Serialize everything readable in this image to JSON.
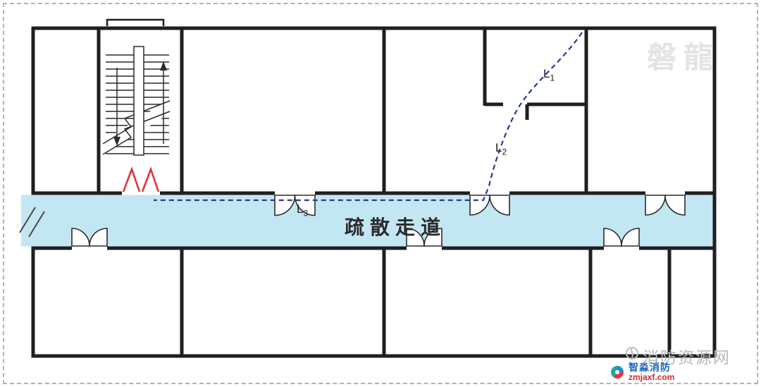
{
  "corridor": {
    "label": "疏散走道"
  },
  "labels": {
    "l1": {
      "base": "L",
      "sub": "1"
    },
    "l2": {
      "base": "L",
      "sub": "2"
    },
    "l3": {
      "base": "L",
      "sub": "3"
    }
  },
  "watermarks": {
    "top_brand": "磐龍",
    "site_name": "消防资源网",
    "logo_name": "智淼消防",
    "logo_domain": "zmjaxf.com"
  },
  "colors": {
    "corridor_fill": "#c3e6f3",
    "wall": "#1f1f1f",
    "escape_path": "#2b3990",
    "exit_door": "#e03535"
  }
}
